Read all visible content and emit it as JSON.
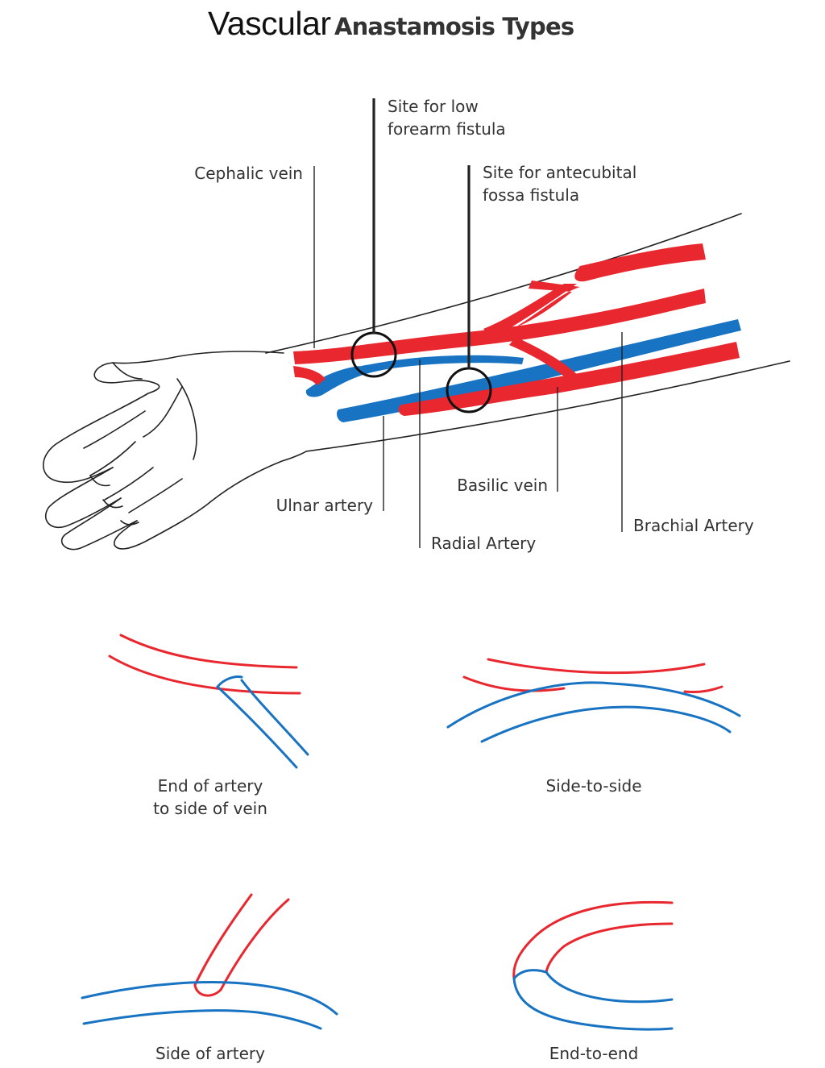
{
  "title": {
    "part1": "Vascular",
    "part2": "Anastamosis Types"
  },
  "labels": {
    "site_low": [
      "Site for low",
      "forearm fistula"
    ],
    "site_antecubital": [
      "Site for antecubital",
      "fossa fistula"
    ],
    "cephalic_vein": "Cephalic vein",
    "ulnar_artery": "Ulnar artery",
    "basilic_vein": "Basilic vein",
    "radial_artery": "Radial Artery",
    "brachial_artery": "Brachial Artery"
  },
  "captions": {
    "end_artery_side_vein": [
      "End of artery",
      "to side of vein"
    ],
    "side_to_side": "Side-to-side",
    "side_of_artery": "Side of artery",
    "end_to_end": "End-to-end"
  },
  "colors": {
    "artery": "#e8272f",
    "vein": "#1873c2",
    "outline": "#222222"
  }
}
